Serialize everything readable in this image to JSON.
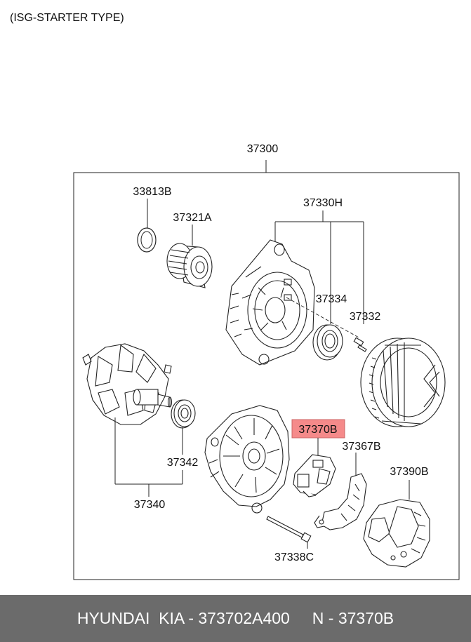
{
  "subtitle": "(ISG-STARTER TYPE)",
  "parts": {
    "assembly": "37300",
    "bearing_cover": "33813B",
    "pulley": "37321A",
    "front_bracket": "37330H",
    "front_bearing": "37334",
    "front_screw": "37332",
    "rotor_bearing": "37342",
    "rotor": "37340",
    "brush_holder": "37370B",
    "regulator": "37367B",
    "rear_bracket_bolt": "37338C",
    "rear_cover": "37390B"
  },
  "highlight": {
    "part": "brush_holder",
    "color": "#f58a8a"
  },
  "footer": {
    "brand": "HYUNDAI  KIA",
    "part_number": "373702A400",
    "catalog_code": "37370B",
    "text": "HYUNDAI  KIA - 373702A400     N - 37370B"
  }
}
